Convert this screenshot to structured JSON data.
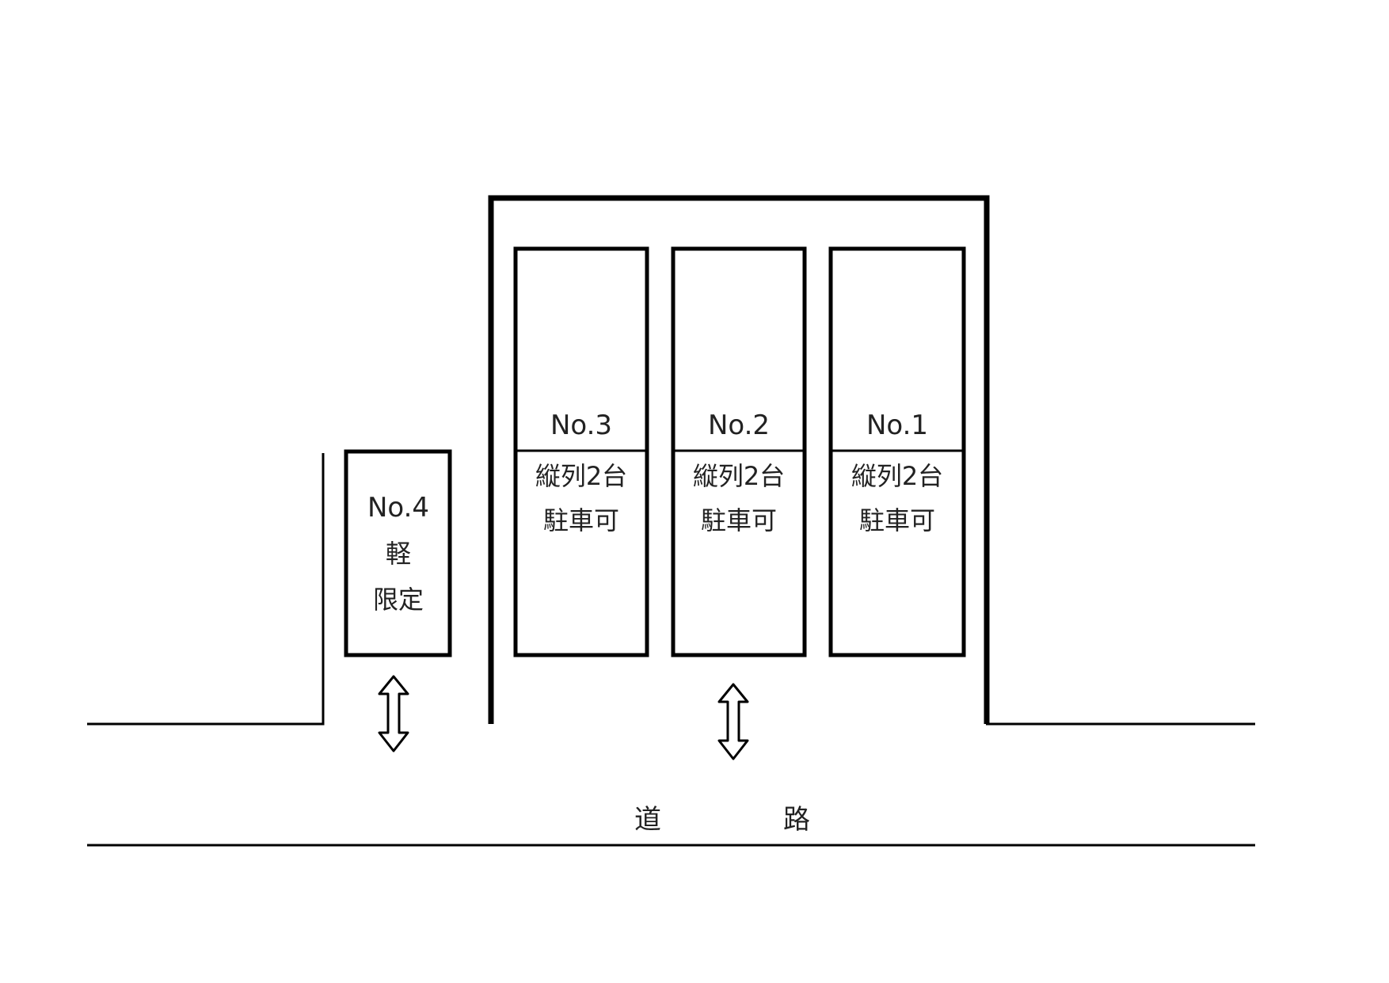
{
  "spaces": [
    {
      "number_label": "No.1",
      "note_line1": "縦列2台",
      "note_line2": "駐車可"
    },
    {
      "number_label": "No.2",
      "note_line1": "縦列2台",
      "note_line2": "駐車可"
    },
    {
      "number_label": "No.3",
      "note_line1": "縦列2台",
      "note_line2": "駐車可"
    },
    {
      "number_label": "No.4",
      "note_line1": "軽",
      "note_line2": "限定"
    }
  ],
  "road": {
    "char_1": "道",
    "char_2": "路"
  },
  "colors": {
    "line": "#000000",
    "text": "#222222",
    "background": "#ffffff"
  }
}
